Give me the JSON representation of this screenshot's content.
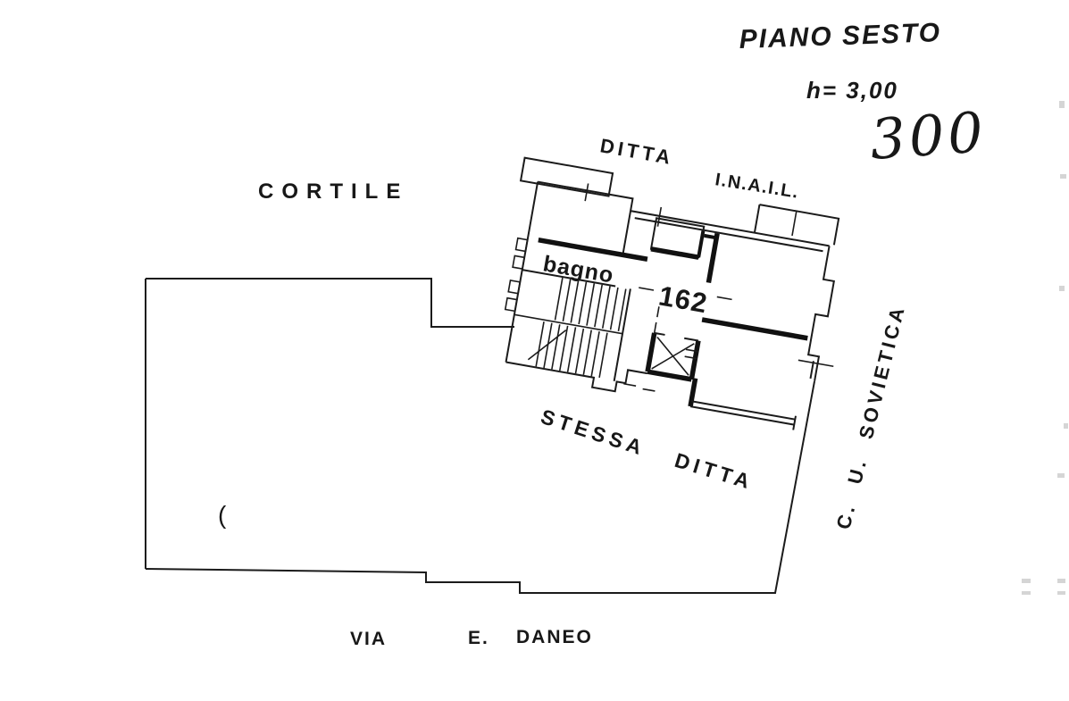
{
  "plan": {
    "floor_title": "PIANO SESTO",
    "ceiling_height": "h= 3,00",
    "area_number": "300",
    "company": {
      "word1": "DITTA",
      "word2": "I.N.A.I.L."
    },
    "courtyard_label": "CORTILE",
    "bathroom_label": "bagno",
    "room_number": "162",
    "same_company": {
      "word1": "STESSA",
      "word2": "DITTA"
    },
    "street_side": "C. U. SOVIETICA",
    "street_bottom": {
      "word1": "VIA",
      "word2": "E.",
      "word3": "DANEO"
    },
    "stray_mark": "("
  }
}
